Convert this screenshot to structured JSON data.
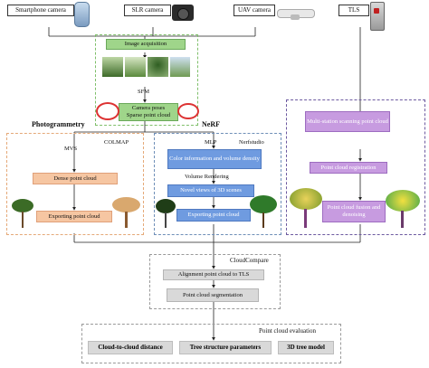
{
  "sources": {
    "smartphone": "Smartphone camera",
    "slr": "SLR camera",
    "uav": "UAV camera",
    "tls": "TLS"
  },
  "acquisition": {
    "image_acquisition": "Image acquisition",
    "sfm": "SFM",
    "camera_poses": "Camera poses",
    "sparse_point_cloud": "Sparse point cloud"
  },
  "photogrammetry": {
    "title": "Photogrammetry",
    "software": "COLMAP",
    "mvs": "MVS",
    "dense": "Dense point cloud",
    "export": "Exporting point cloud"
  },
  "nerf": {
    "title": "NeRF",
    "software": "Nerfstudio",
    "mlp": "MLP",
    "color": "Color information and volume density",
    "volume_rendering": "Volume Rendering",
    "novel_views": "Novel views of 3D scenes",
    "export": "Exporting point cloud"
  },
  "tls_branch": {
    "multi_station": "Multi-station scanning point cloud",
    "registration": "Point cloud registration",
    "fusion": "Point cloud fusion and denoising"
  },
  "cloudcompare": {
    "title": "CloudCompare",
    "alignment": "Alignment point cloud to TLS",
    "segmentation": "Point cloud segmentation"
  },
  "evaluation": {
    "title": "Point cloud evaluation",
    "items": [
      "Cloud-to-cloud distance",
      "Tree structure parameters",
      "3D tree model"
    ]
  },
  "colors": {
    "green": "#9fd58a",
    "orange": "#f6c6a2",
    "blue": "#6f9be0",
    "purple": "#c79be0",
    "gray": "#d9d9d9"
  }
}
